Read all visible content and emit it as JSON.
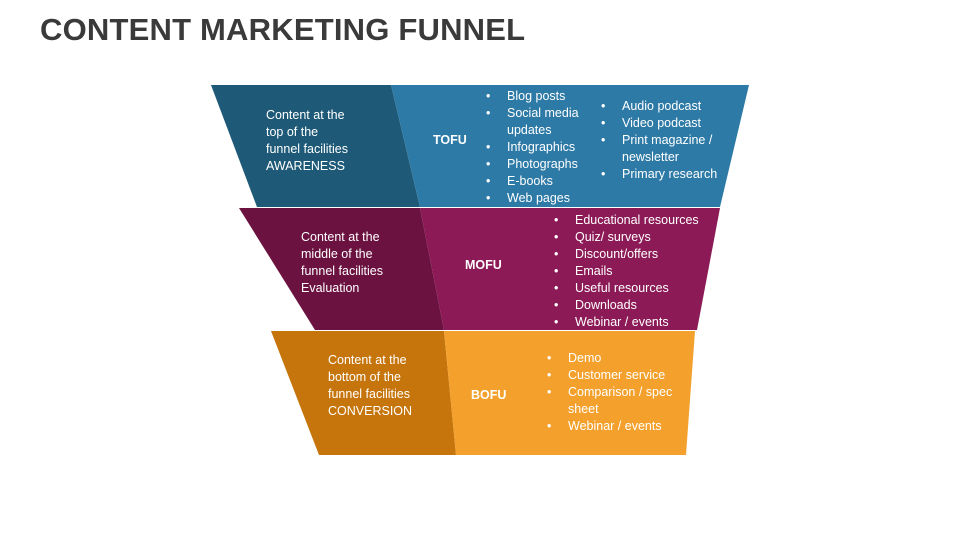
{
  "title": "CONTENT MARKETING FUNNEL",
  "colors": {
    "tofu_dark": "#1e5a78",
    "tofu_light": "#2e7aa6",
    "mofu_dark": "#6b1240",
    "mofu_light": "#8c1a56",
    "bofu_dark": "#c6750c",
    "bofu_light": "#f3a12c"
  },
  "tiers": [
    {
      "description_lines": [
        "Content at the",
        "top of the",
        "funnel facilities",
        "AWARENESS"
      ],
      "label": "TOFU",
      "col1": [
        "Blog posts",
        "Social media updates",
        "Infographics",
        "Photographs",
        "E-books",
        "Web pages"
      ],
      "col2": [
        "Audio podcast",
        "Video podcast",
        "Print magazine / newsletter",
        "Primary research"
      ]
    },
    {
      "description_lines": [
        "Content at the",
        "middle of the",
        "funnel facilities",
        "Evaluation"
      ],
      "label": "MOFU",
      "col1": [
        "Educational resources",
        "Quiz/ surveys",
        "Discount/offers",
        "Emails",
        "Useful resources",
        "Downloads",
        "Webinar / events"
      ]
    },
    {
      "description_lines": [
        "Content at the",
        "bottom of the",
        "funnel facilities",
        "CONVERSION"
      ],
      "label": "BOFU",
      "col1": [
        "Demo",
        "Customer service",
        "Comparison / spec sheet",
        "Webinar / events"
      ]
    }
  ]
}
